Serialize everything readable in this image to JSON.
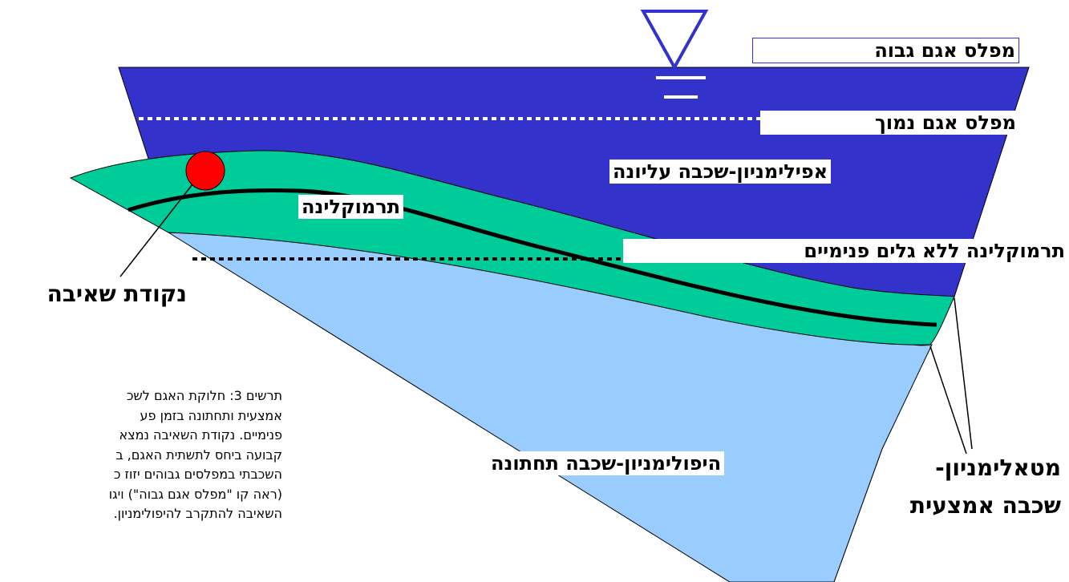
{
  "labels": {
    "high_level": "מפלס אגם גבוה",
    "low_level": "מפלס אגם נמוך",
    "epilimnion": "אפילימניון-שכבה עליונה",
    "thermocline": "תרמוקלינה",
    "thermocline_no_waves": "תרמוקלינה ללא גלים פנימיים",
    "intake_point": "נקודת שאיבה",
    "metalimnion_1": "מטאלימניון-",
    "metalimnion_2": "שכבה אמצעית",
    "hypolimnion": "היפולימניון-שכבה תחתונה"
  },
  "caption": {
    "line1": "תרשים 3: חלוקת האגם לשכ",
    "line2": "אמצעית ותחתונה בזמן פע",
    "line3": "פנימיים. נקודת השאיבה נמצא",
    "line4": "קבועה ביחס לתשתית האגם, ב",
    "line5": "השכבתי במפלסים גבוהים יזוז כ",
    "line6": "(ראה קו \"מפלס אגם גבוה\") ויגו",
    "line7": "השאיבה להתקרב להיפולימניון."
  },
  "colors": {
    "epilimnion": "#3333cc",
    "metalimnion": "#00cc99",
    "hypolimnion": "#99ccff",
    "intake": "#ff0000",
    "dotted": "#ffffff"
  }
}
